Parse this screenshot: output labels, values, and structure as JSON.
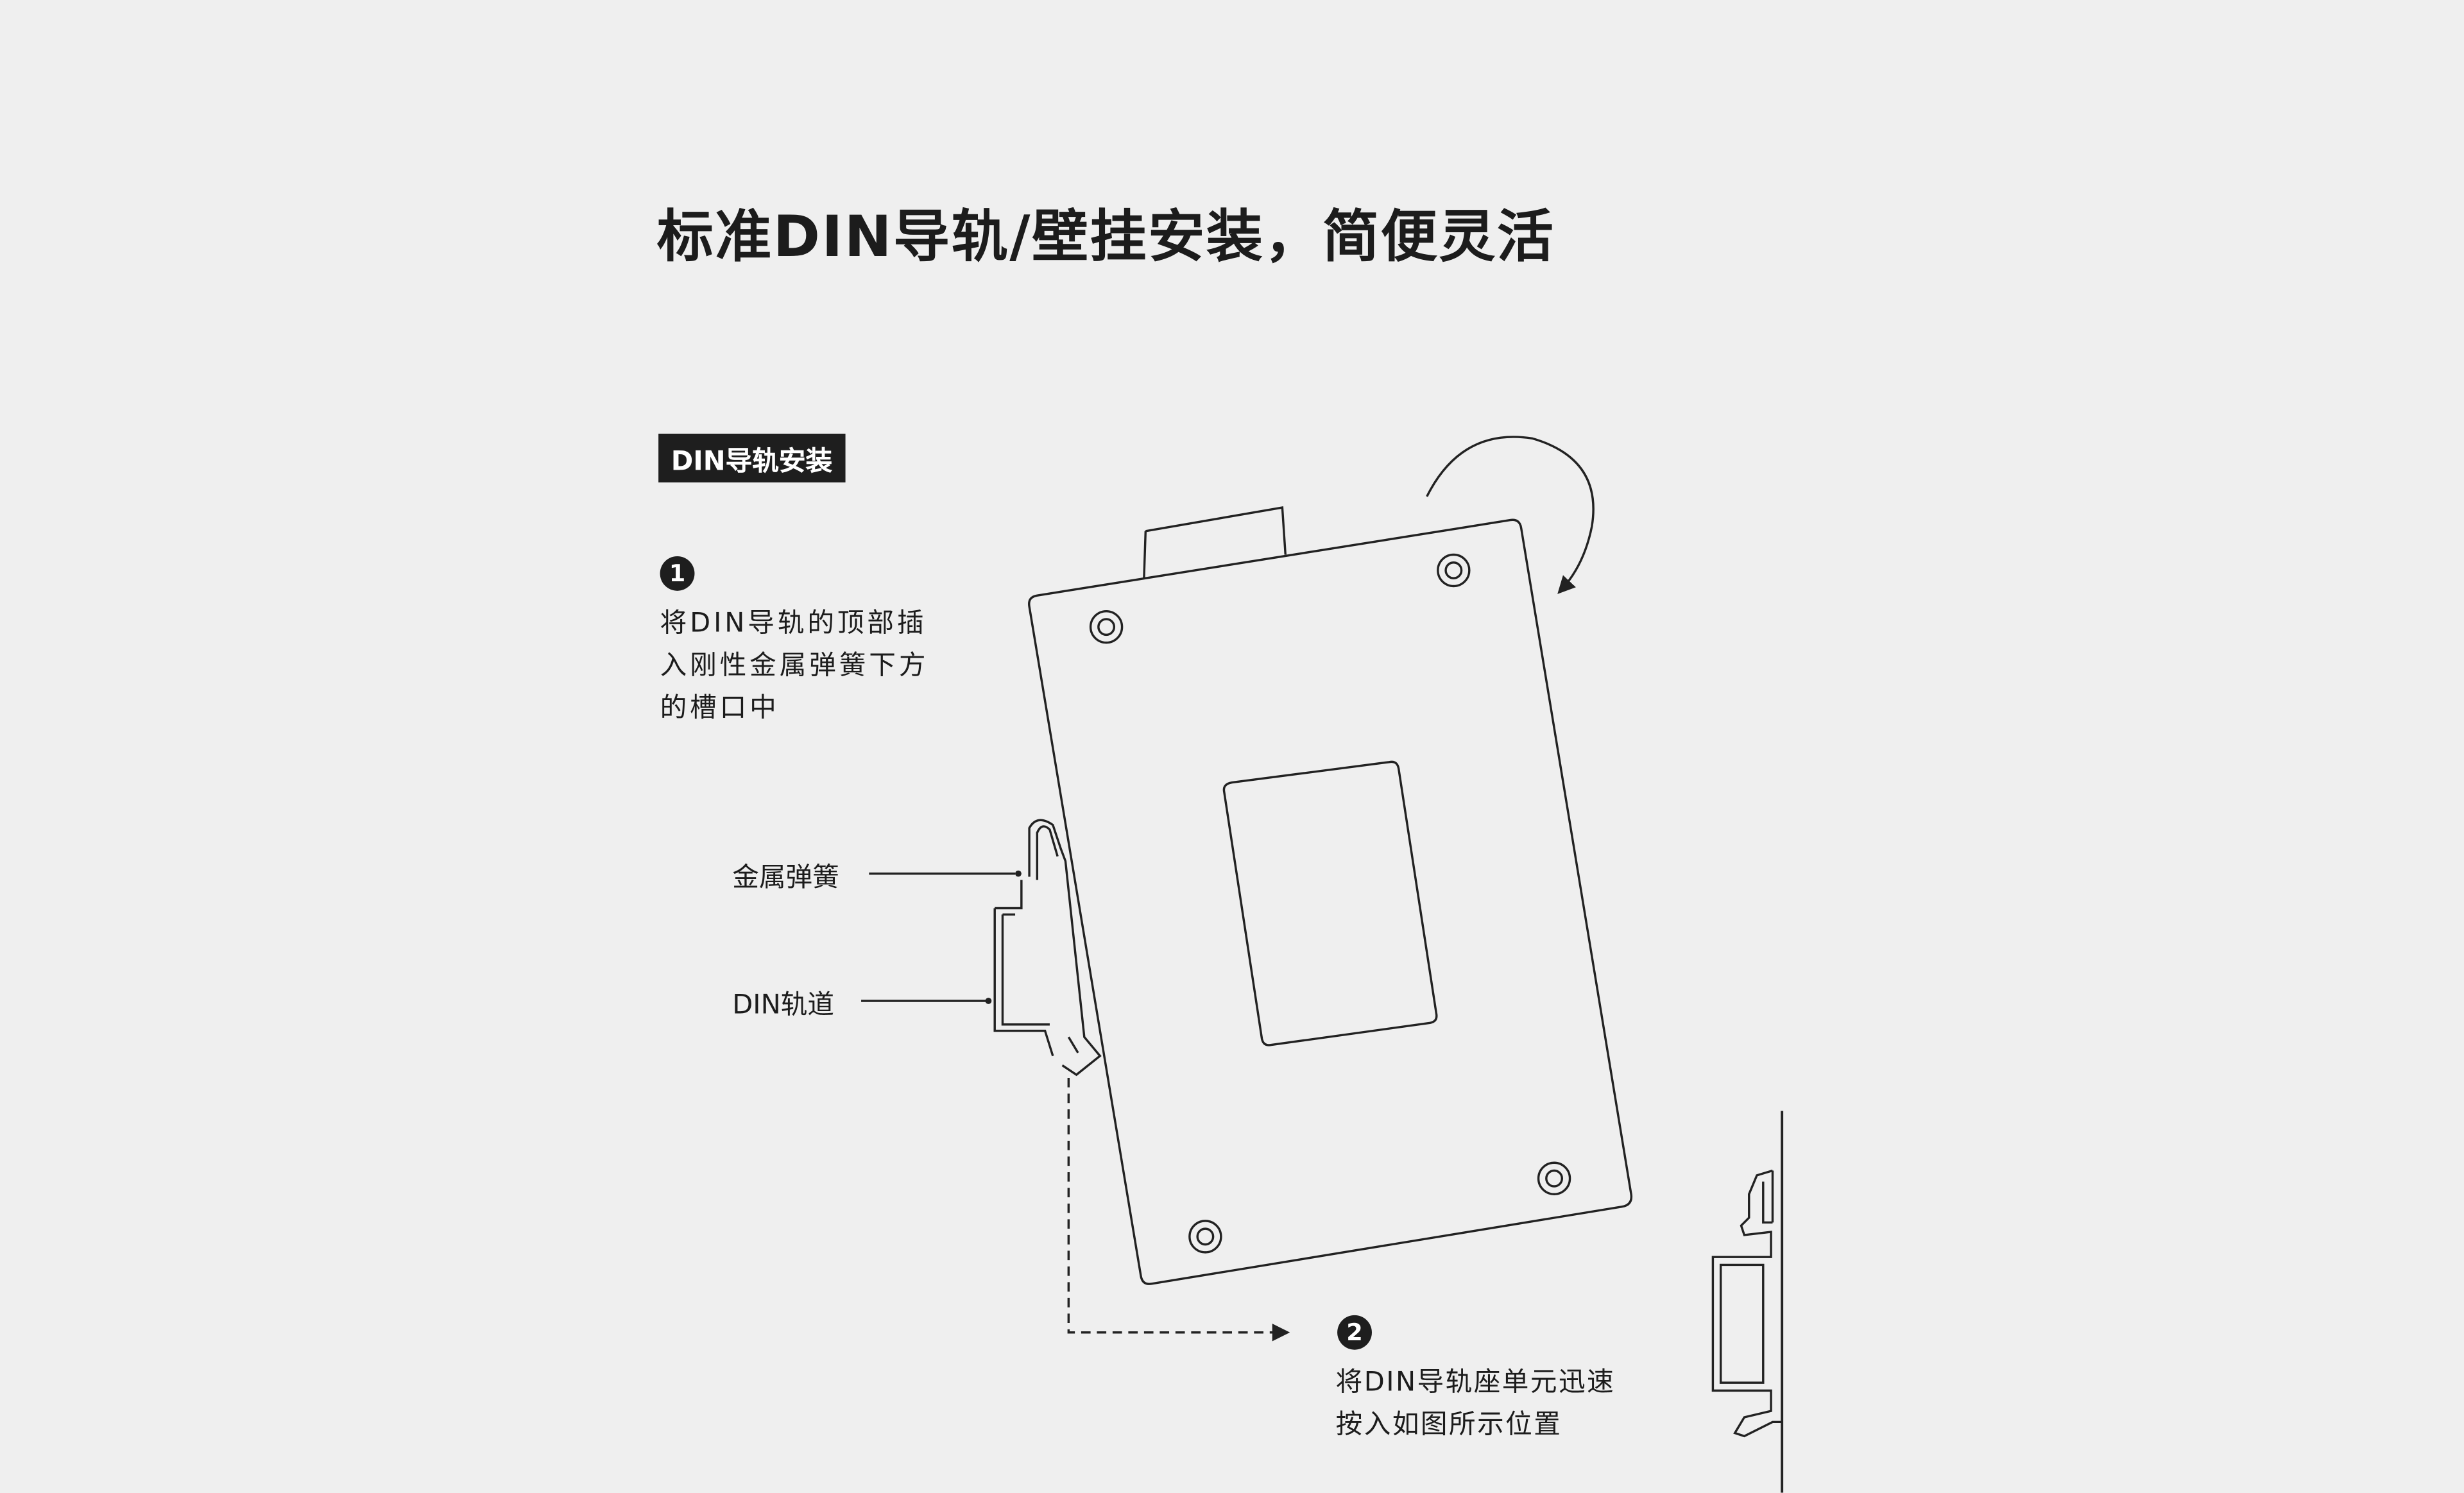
{
  "title": "标准DIN导轨/壁挂安装，简便灵活",
  "section_label": "DIN导轨安装",
  "steps": [
    {
      "number": "1",
      "text": "将DIN导轨的顶部插\n入刚性金属弹簧下方\n的槽口中"
    },
    {
      "number": "2",
      "text": "将DIN导轨座单元迅速\n按入如图所示位置"
    }
  ],
  "callouts": {
    "spring": "金属弹簧",
    "rail": "DIN轨道"
  },
  "colors": {
    "background": "#efefef",
    "ink": "#1e1e1e"
  }
}
